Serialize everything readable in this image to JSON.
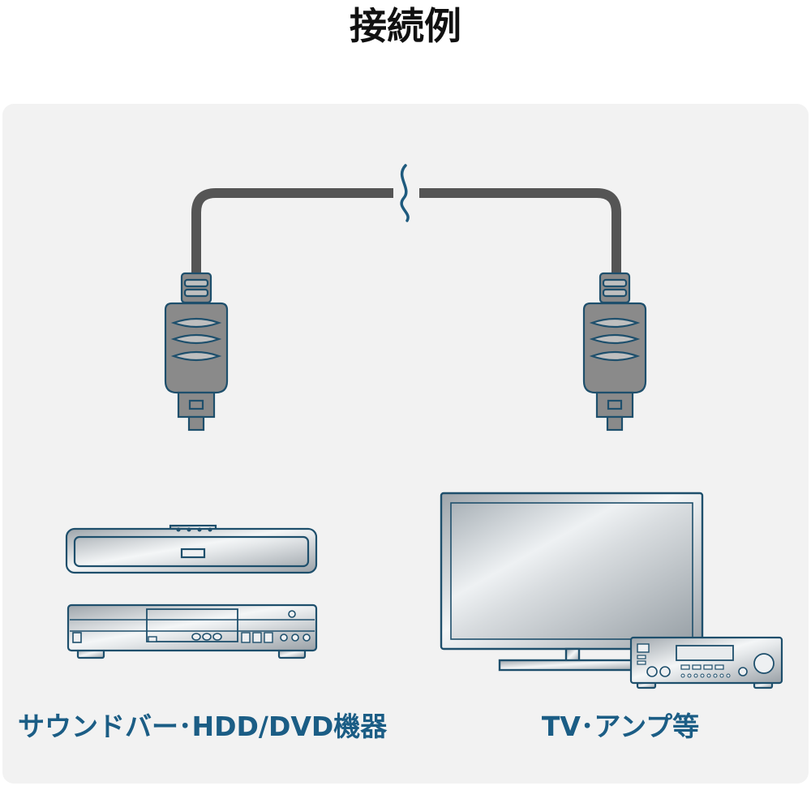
{
  "title": "接続例",
  "labels": {
    "left": "サウンドバー･HDD/DVD機器",
    "right": "TV･アンプ等"
  },
  "colors": {
    "label": "#1b5d85",
    "outline": "#1e4f6c",
    "cable": "#555555",
    "panel": "#f2f2f2"
  }
}
